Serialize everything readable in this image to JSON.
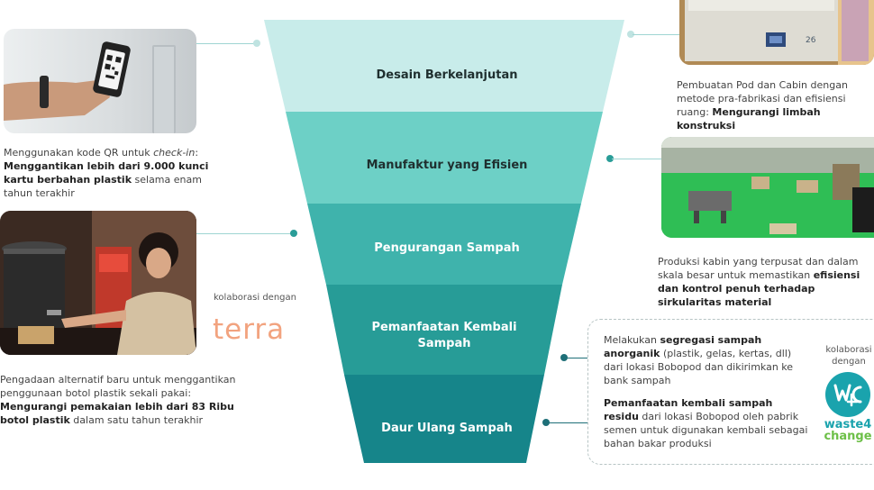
{
  "funnel": {
    "stages": [
      {
        "label": "Desain Berkelanjutan",
        "color": "#c8ecea"
      },
      {
        "label": "Manufaktur yang Efisien",
        "color": "#6dd0c6"
      },
      {
        "label": "Pengurangan Sampah",
        "color": "#3fb3ac"
      },
      {
        "label": "Pemanfaatan Kembali Sampah",
        "color": "#279c97"
      },
      {
        "label": "Daur Ulang Sampah",
        "color": "#16858a"
      }
    ]
  },
  "left": {
    "qr": {
      "text_1": "Menggunakan kode QR untuk ",
      "text_em": "check-in",
      "text_2": ":",
      "bold": "Menggantikan lebih dari 9.000 kunci kartu berbahan plastik",
      "text_3": " selama enam tahun terakhir"
    },
    "dispenser": {
      "text_1": "Pengadaan alternatif baru untuk menggantikan penggunaan botol plastik sekali pakai:",
      "bold": "Mengurangi pemakaian lebih dari 83 Ribu botol plastik",
      "text_2": " dalam satu tahun terakhir"
    },
    "collab_label": "kolaborasi dengan",
    "partner_logo": "terra"
  },
  "right": {
    "pod": {
      "text_1": "Pembuatan Pod dan Cabin dengan metode pra-fabrikasi dan efisiensi ruang: ",
      "bold": "Mengurangi limbah konstruksi"
    },
    "pod_number": "26",
    "factory": {
      "text_1": "Produksi kabin yang terpusat dan dalam skala besar untuk memastikan ",
      "bold": "efisiensi dan kontrol penuh terhadap sirkularitas material"
    },
    "waste": {
      "item1_1": "Melakukan ",
      "item1_bold": "segregasi sampah anorganik",
      "item1_2": " (plastik, gelas, kertas, dll) dari lokasi Bobopod dan dikirimkan ke bank sampah",
      "item2_bold": "Pemanfaatan kembali sampah residu",
      "item2_2": " dari lokasi Bobopod oleh pabrik semen untuk digunakan kembali sebagai bahan bakar produksi"
    },
    "collab_label": "kolaborasi dengan",
    "partner_logo_line1": "waste4",
    "partner_logo_line2": "change"
  }
}
